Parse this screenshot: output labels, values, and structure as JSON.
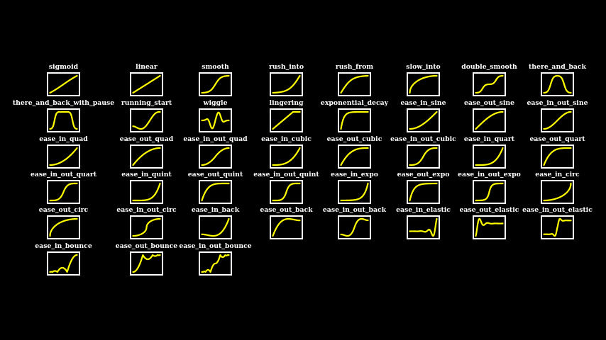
{
  "figure": {
    "background": "#000000",
    "curve_color": "#FFFF00",
    "frame_color": "#FFFFFF",
    "label_color": "#FFFFFF"
  },
  "grid": {
    "columns_x": [
      66,
      183,
      280,
      380,
      476,
      573,
      666,
      762
    ],
    "rows_y": [
      102,
      153,
      204,
      254,
      304,
      355
    ]
  },
  "functions": [
    {
      "name": "sigmoid",
      "row": 0,
      "col": 0
    },
    {
      "name": "linear",
      "row": 0,
      "col": 1
    },
    {
      "name": "smooth",
      "row": 0,
      "col": 2
    },
    {
      "name": "rush_into",
      "row": 0,
      "col": 3
    },
    {
      "name": "rush_from",
      "row": 0,
      "col": 4
    },
    {
      "name": "slow_into",
      "row": 0,
      "col": 5
    },
    {
      "name": "double_smooth",
      "row": 0,
      "col": 6
    },
    {
      "name": "there_and_back",
      "row": 0,
      "col": 7
    },
    {
      "name": "there_and_back_with_pause",
      "row": 1,
      "col": 0
    },
    {
      "name": "running_start",
      "row": 1,
      "col": 1
    },
    {
      "name": "wiggle",
      "row": 1,
      "col": 2
    },
    {
      "name": "lingering",
      "row": 1,
      "col": 3
    },
    {
      "name": "exponential_decay",
      "row": 1,
      "col": 4
    },
    {
      "name": "ease_in_sine",
      "row": 1,
      "col": 5
    },
    {
      "name": "ease_out_sine",
      "row": 1,
      "col": 6
    },
    {
      "name": "ease_in_out_sine",
      "row": 1,
      "col": 7
    },
    {
      "name": "ease_in_quad",
      "row": 2,
      "col": 0
    },
    {
      "name": "ease_out_quad",
      "row": 2,
      "col": 1
    },
    {
      "name": "ease_in_out_quad",
      "row": 2,
      "col": 2
    },
    {
      "name": "ease_in_cubic",
      "row": 2,
      "col": 3
    },
    {
      "name": "ease_out_cubic",
      "row": 2,
      "col": 4
    },
    {
      "name": "ease_in_out_cubic",
      "row": 2,
      "col": 5
    },
    {
      "name": "ease_in_quart",
      "row": 2,
      "col": 6
    },
    {
      "name": "ease_out_quart",
      "row": 2,
      "col": 7
    },
    {
      "name": "ease_in_out_quart",
      "row": 3,
      "col": 0
    },
    {
      "name": "ease_in_quint",
      "row": 3,
      "col": 1
    },
    {
      "name": "ease_out_quint",
      "row": 3,
      "col": 2
    },
    {
      "name": "ease_in_out_quint",
      "row": 3,
      "col": 3
    },
    {
      "name": "ease_in_expo",
      "row": 3,
      "col": 4
    },
    {
      "name": "ease_out_expo",
      "row": 3,
      "col": 5
    },
    {
      "name": "ease_in_out_expo",
      "row": 3,
      "col": 6
    },
    {
      "name": "ease_in_circ",
      "row": 3,
      "col": 7
    },
    {
      "name": "ease_out_circ",
      "row": 4,
      "col": 0
    },
    {
      "name": "ease_in_out_circ",
      "row": 4,
      "col": 1
    },
    {
      "name": "ease_in_back",
      "row": 4,
      "col": 2
    },
    {
      "name": "ease_out_back",
      "row": 4,
      "col": 3
    },
    {
      "name": "ease_in_out_back",
      "row": 4,
      "col": 4
    },
    {
      "name": "ease_in_elastic",
      "row": 4,
      "col": 5
    },
    {
      "name": "ease_out_elastic",
      "row": 4,
      "col": 6
    },
    {
      "name": "ease_in_out_elastic",
      "row": 4,
      "col": 7
    },
    {
      "name": "ease_in_bounce",
      "row": 5,
      "col": 0
    },
    {
      "name": "ease_out_bounce",
      "row": 5,
      "col": 1
    },
    {
      "name": "ease_in_out_bounce",
      "row": 5,
      "col": 2
    }
  ]
}
